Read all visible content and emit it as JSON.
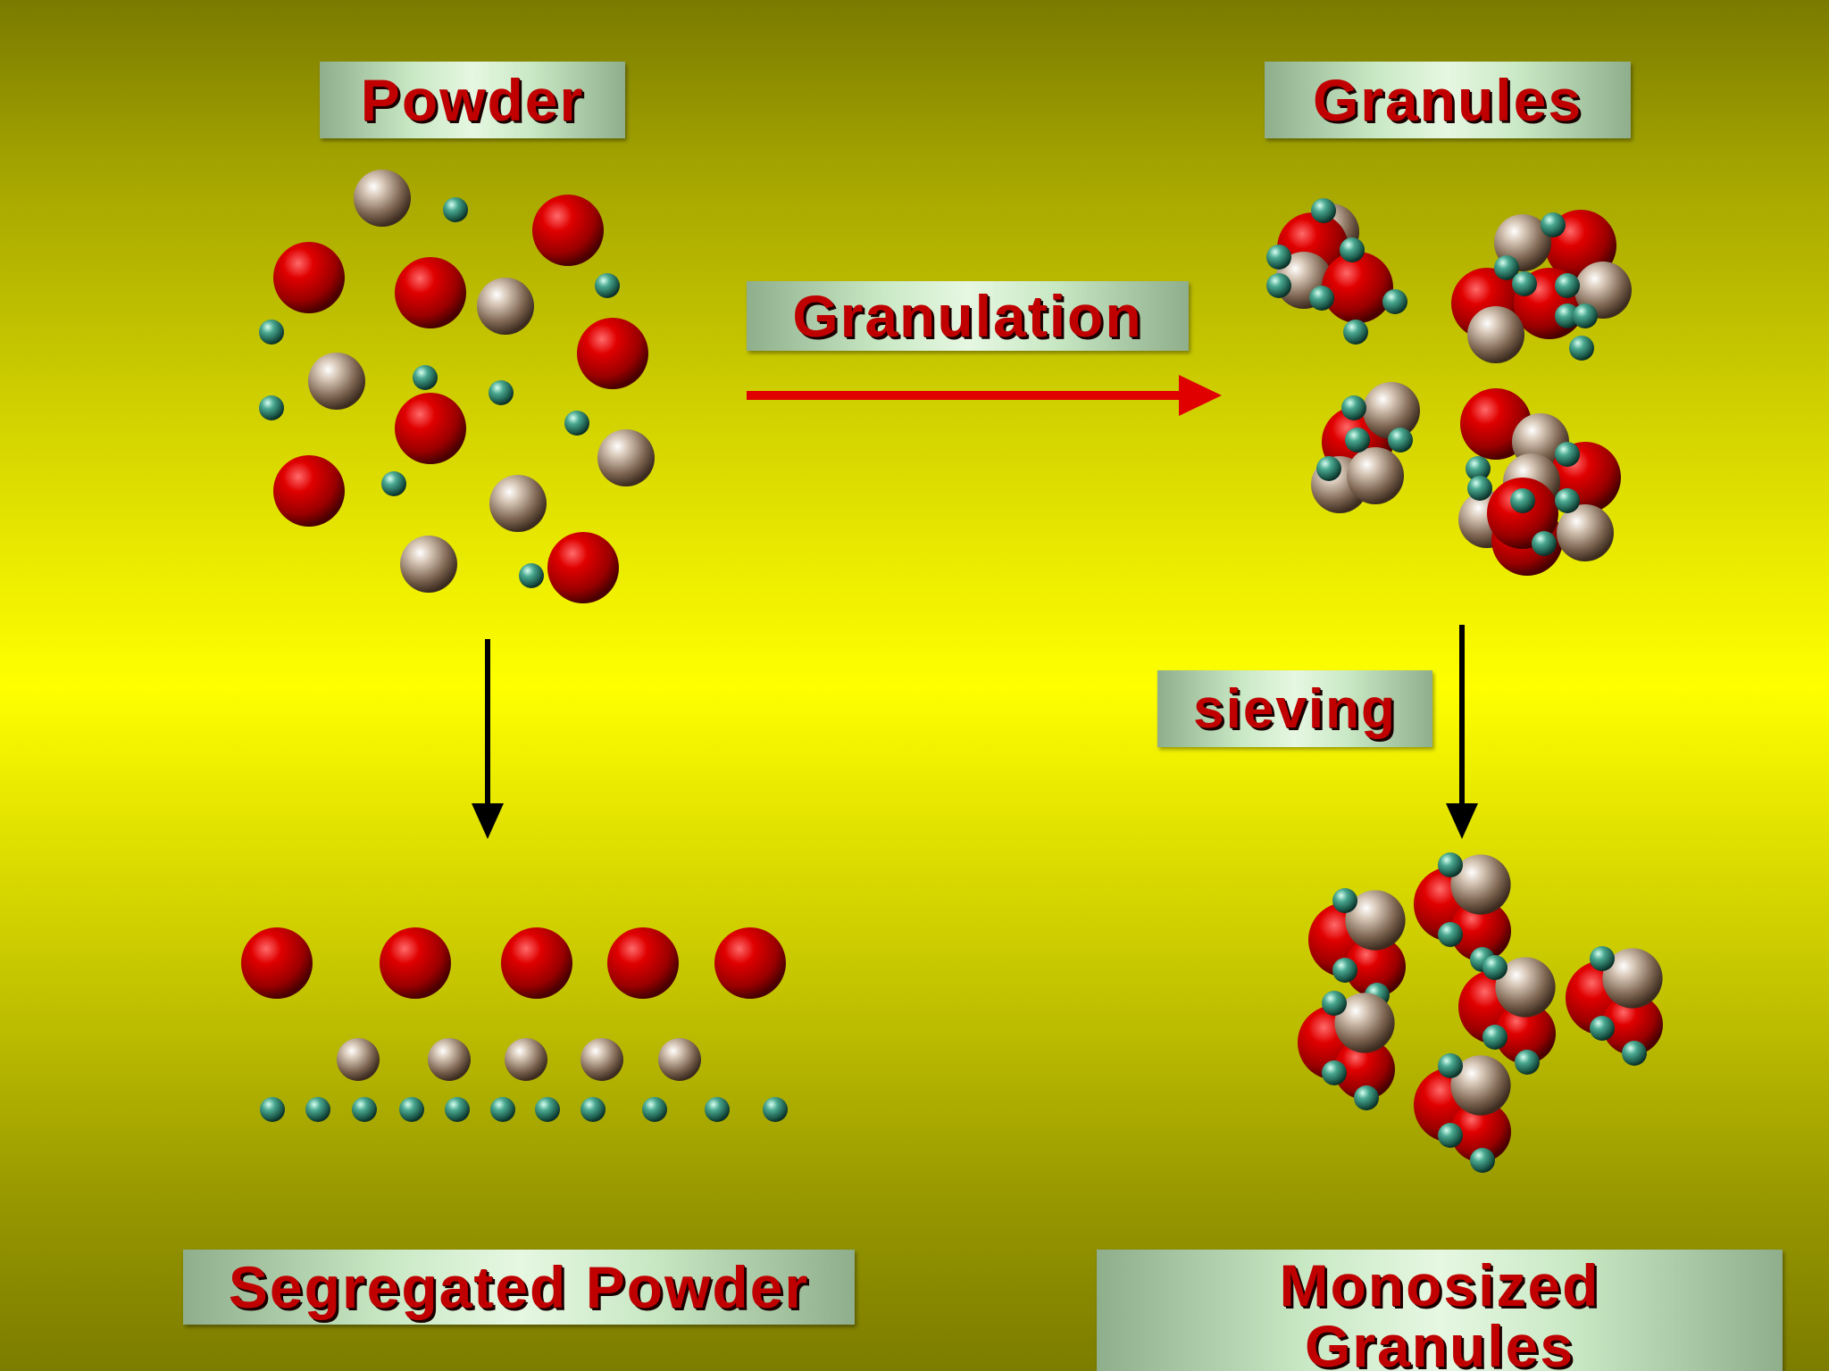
{
  "labels": {
    "powder": "Powder",
    "granules": "Granules",
    "granulation": "Granulation",
    "sieving": "sieving",
    "segregated_powder": "Segregated Powder",
    "monosized_line1": "Monosized",
    "monosized_line2": "Granules"
  },
  "colors": {
    "label_text": "#c00000",
    "granulation_arrow": "#e00000",
    "process_arrow": "#000000",
    "large_particle": "#cc0000",
    "medium_particle": "#a89078",
    "small_particle": "#3a8a78"
  },
  "particle_types": [
    "large-red-particle",
    "medium-tan-particle",
    "small-teal-particle"
  ]
}
